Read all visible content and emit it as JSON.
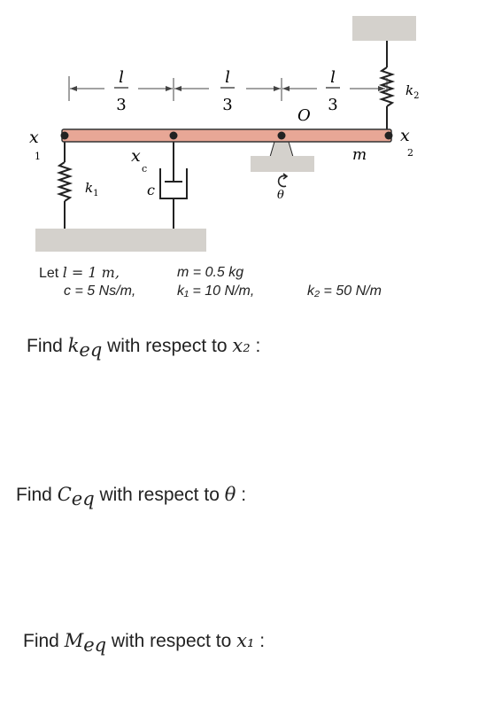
{
  "diagram": {
    "dimension_labels": [
      {
        "num": "l",
        "den": "3"
      },
      {
        "num": "l",
        "den": "3"
      },
      {
        "num": "l",
        "den": "3"
      }
    ],
    "pivot_label": "O",
    "mass_label": "m",
    "angle_label": "θ",
    "x1_label": "x",
    "x1_sub": "1",
    "x2_label": "x",
    "x2_sub": "2",
    "xc_label": "x",
    "xc_sub": "c",
    "k1_label": "k",
    "k1_sub": "1",
    "k2_label": "k",
    "k2_sub": "2",
    "c_label": "c"
  },
  "given": {
    "prefix": "Let",
    "l_value": "l = 1 m,",
    "c_value": "c = 5 Ns/m,",
    "m_value": "m = 0.5 kg",
    "k1_value": "k₁ = 10 N/m,",
    "k2_value": "k₂ = 50 N/m"
  },
  "questions": {
    "q1": {
      "prefix": "Find ",
      "sym": "k",
      "sub": "eq",
      "suffix": " with respect to ",
      "var": "x₂",
      "end": " :"
    },
    "q2": {
      "prefix": "Find ",
      "sym": "C",
      "sub": "eq",
      "suffix": " with respect to ",
      "var": "θ",
      "end": " :"
    },
    "q3": {
      "prefix": "Find ",
      "sym": "M",
      "sub": "eq",
      "suffix": " with respect to ",
      "var": "x₁",
      "end": " :"
    }
  },
  "colors": {
    "beam": "#e8a796",
    "ground": "#d4d1cc",
    "ink": "#222222"
  }
}
